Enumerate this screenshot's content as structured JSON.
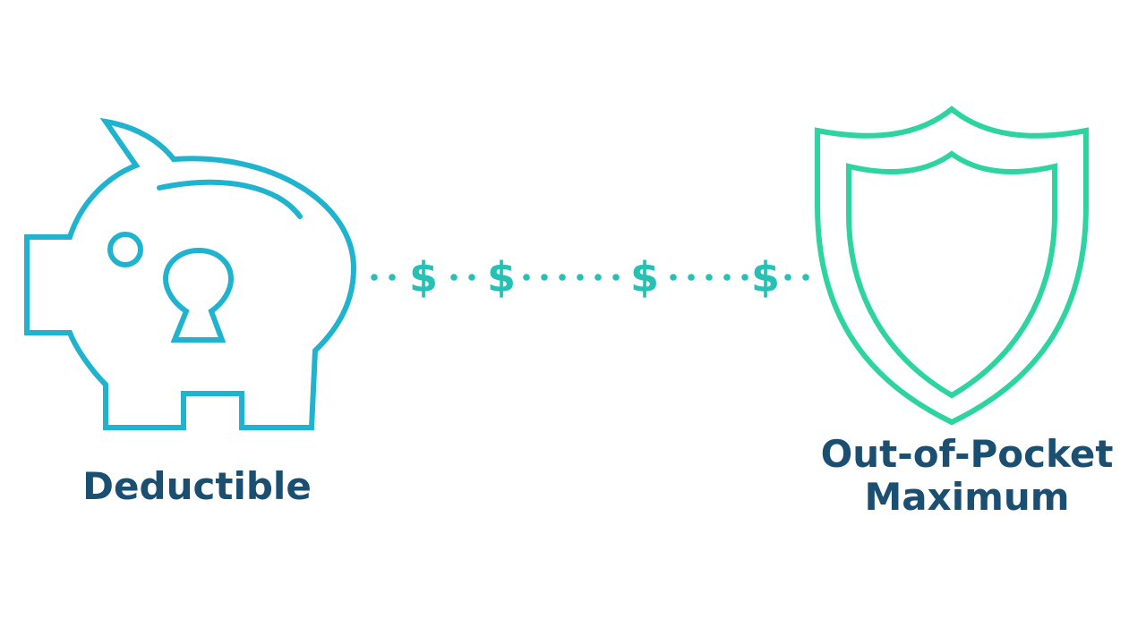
{
  "diagram": {
    "left_icon": "piggy-bank-icon",
    "right_icon": "shield-icon",
    "connector_symbol": "$",
    "left_label": "Deductible",
    "right_label_lines": [
      "Out-of-Pocket",
      "Maximum"
    ]
  },
  "colors": {
    "piggy_bank": "#1fb3cf",
    "shield": "#2dd4a0",
    "connector": "#26c0b4",
    "label_text": "#1b4f72",
    "background": "#ffffff"
  }
}
